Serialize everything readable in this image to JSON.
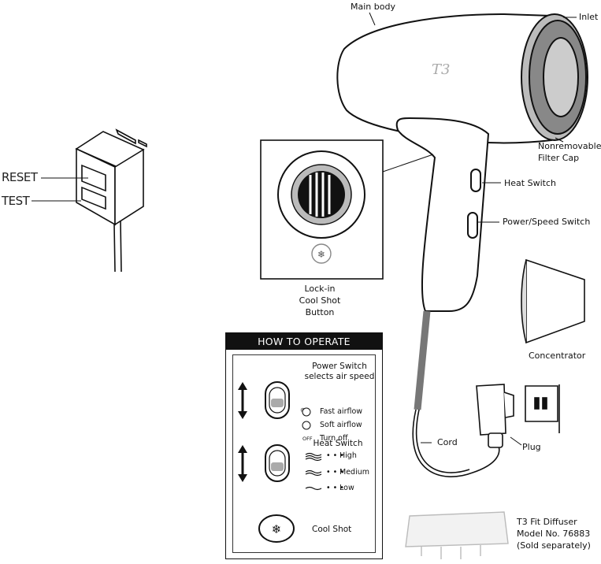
{
  "adapter": {
    "reset_label": "RESET",
    "test_label": "TEST"
  },
  "labels": {
    "main_body": "Main body",
    "inlet": "Inlet",
    "filter_cap_1": "Nonremovable",
    "filter_cap_2": "Filter Cap",
    "heat_switch": "Heat Switch",
    "power_speed_switch": "Power/Speed Switch",
    "concentrator": "Concentrator",
    "cord": "Cord",
    "plug": "Plug",
    "lockin_1": "Lock-in",
    "lockin_2": "Cool Shot",
    "lockin_3": "Button",
    "diffuser_1": "T3 Fit Diffuser",
    "diffuser_2": "Model No. 76883",
    "diffuser_3": "(Sold separately)",
    "logo": "T3"
  },
  "how_to_operate": {
    "title": "HOW TO OPERATE",
    "power": {
      "title_1": "Power Switch",
      "title_2": "selects air speed",
      "options": [
        "Fast airflow",
        "Soft airflow",
        "Turn off"
      ],
      "off_tag": "OFF"
    },
    "heat": {
      "title": "Heat Switch",
      "options": [
        "High",
        "Medium",
        "Low"
      ],
      "dots": "• • •"
    },
    "cool_shot": "Cool Shot"
  }
}
